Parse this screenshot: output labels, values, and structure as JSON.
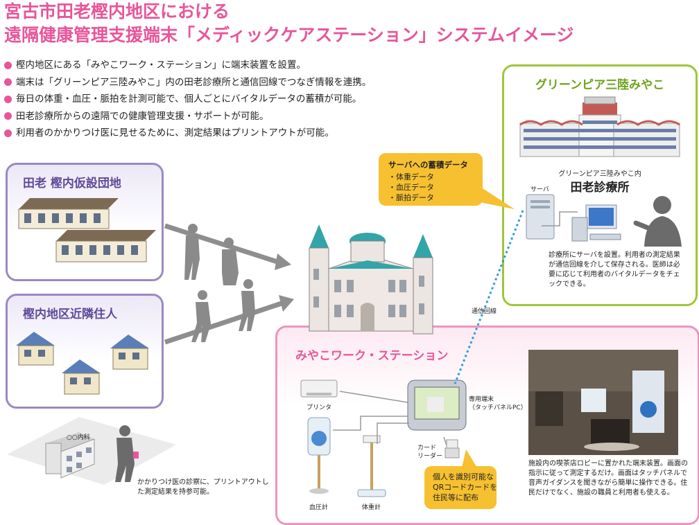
{
  "title": {
    "line1": "宮古市田老樫内地区における",
    "line2": "遠隔健康管理支援端末「メディックケアステーション」システムイメージ"
  },
  "bullets": [
    "樫内地区にある「みやこワーク・ステーション」に端末装置を設置。",
    "端末は「グリーンピア三陸みやこ」内の田老診療所と通信回線でつなぎ情報を連携。",
    "毎日の体重・血圧・脈拍を計測可能で、個人ごとにバイタルデータの蓄積が可能。",
    "田老診療所からの遠隔での健康管理支援・サポートが可能。",
    "利用者のかかりつけ医に見せるために、測定結果はプリントアウトが可能。"
  ],
  "panels": {
    "housing": "田老 樫内仮設団地",
    "neighbors": "樫内地区近隣住人",
    "workstation": "みやこワーク・ステーション",
    "greenpia": "グリーンピア三陸みやこ"
  },
  "server_callout": {
    "title": "サーバへの蓄積データ",
    "items": [
      "・体重データ",
      "・血圧データ",
      "・脈拍データ"
    ]
  },
  "clinic": {
    "subtitle": "グリーンピア三陸みやこ内",
    "name": "田老診療所",
    "server_label": "サーバ",
    "note": "診療所にサーバを設置。利用者の測定結果が通信回線を介して保存される。医師は必要に応じて利用者のバイタルデータをチェックできる。"
  },
  "line_label": "通信回線",
  "devices": {
    "printer": "プリンタ",
    "terminal": "専用端末",
    "terminal_sub": "（タッチパネルPC）",
    "card_reader": "カード\nリーダー",
    "bp": "血圧計",
    "scale": "体重計"
  },
  "card_callout": "個人を識別可能な\nQRコードカードを\n住民等に配布",
  "photo_note": "施設内の喫茶店ロビーに置かれた端末装置。画面の指示に従って測定するだけ。画面はタッチパネルで音声ガイダンスを聞きながら簡単に操作できる。住民だけでなく、施設の職員と利用者も使える。",
  "doctor": {
    "building_label": "○○内科",
    "note": "かかりつけ医の診察に、プリントアウトした測定結果を持参可能。"
  },
  "colors": {
    "pink": "#e8559a",
    "purple": "#9b88c4",
    "green": "#9dc63b",
    "callout": "#f6c030",
    "line": "#2a9bd8"
  }
}
